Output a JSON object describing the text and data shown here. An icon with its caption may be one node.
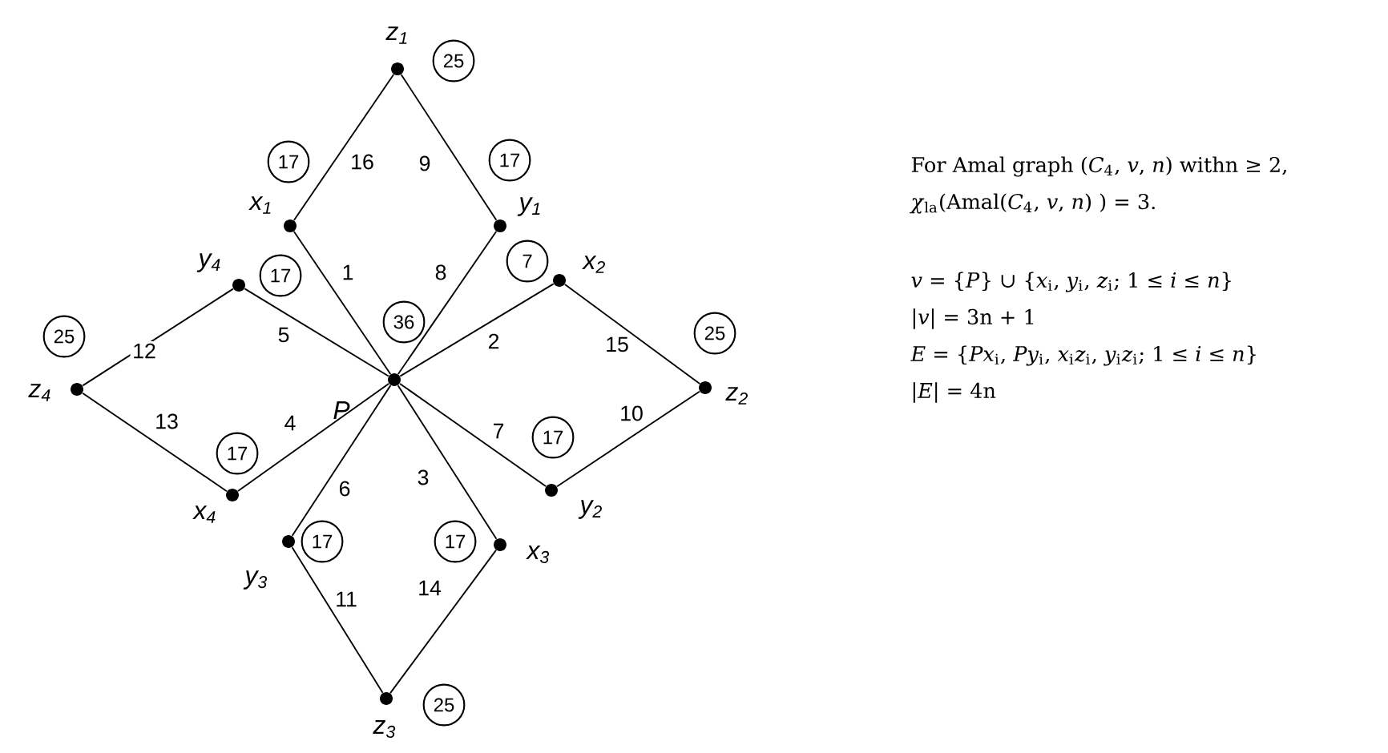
{
  "diagram": {
    "nodes": [
      {
        "text": [
          "z$_{1}$"
        ],
        "beside": [
          "25"
        ]
      },
      {
        "text": [
          "x$_{1}$"
        ],
        "beside": [
          "17"
        ]
      },
      {
        "text": [
          "y$_{1}$"
        ],
        "beside": [
          "17"
        ]
      },
      {
        "text": [
          "y$_{4}$"
        ],
        "beside": [
          "17"
        ]
      },
      {
        "text": [
          "x$_{2}$"
        ],
        "beside": [
          "7"
        ]
      },
      {
        "text": [
          "P"
        ],
        "beside": [
          "36"
        ]
      },
      {
        "text": [
          "z$_{4}$"
        ],
        "beside": [
          "25"
        ]
      },
      {
        "text": [
          "z$_{2}$"
        ],
        "beside": [
          "25"
        ]
      },
      {
        "text": [
          "x$_{4}$"
        ],
        "beside": [
          "17"
        ]
      },
      {
        "text": [
          "y$_{2}$"
        ],
        "beside": [
          "17"
        ]
      },
      {
        "text": [
          "y$_{3}$"
        ],
        "beside": [
          "17"
        ]
      },
      {
        "text": [
          "x$_{3}$"
        ],
        "beside": [
          "17"
        ]
      },
      {
        "text": [
          "z$_{3}$"
        ],
        "beside": [
          "25"
        ]
      }
    ],
    "edges": [
      {
        "from": 1,
        "to": 5,
        "arrow": "none",
        "label": "1"
      },
      {
        "from": 5,
        "to": 4,
        "arrow": "none",
        "label": "2"
      },
      {
        "from": 5,
        "to": 11,
        "arrow": "none",
        "label": "3"
      },
      {
        "from": 8,
        "to": 5,
        "arrow": "none",
        "label": "4"
      },
      {
        "from": 3,
        "to": 5,
        "arrow": "none",
        "label": "5"
      },
      {
        "from": 5,
        "to": 10,
        "arrow": "none",
        "label": "6"
      },
      {
        "from": 5,
        "to": 9,
        "arrow": "none",
        "label": "7"
      },
      {
        "from": 2,
        "to": 5,
        "arrow": "none",
        "label": "8"
      },
      {
        "from": 0,
        "to": 2,
        "arrow": "none",
        "label": "9"
      },
      {
        "from": 9,
        "to": 7,
        "arrow": "none",
        "label": "10"
      },
      {
        "from": 10,
        "to": 12,
        "arrow": "none",
        "label": "11"
      },
      {
        "from": 6,
        "to": 3,
        "arrow": "none",
        "label": "12"
      },
      {
        "from": 6,
        "to": 8,
        "arrow": "none",
        "label": "13"
      },
      {
        "from": 11,
        "to": 12,
        "arrow": "none",
        "label": "14"
      },
      {
        "from": 4,
        "to": 7,
        "arrow": "none",
        "label": "15"
      },
      {
        "from": 1,
        "to": 0,
        "arrow": "none",
        "label": "16"
      }
    ],
    "labels": [
      "For Amal graph (*C*$_{4}$, *v*, *n*) withn ≥ 2,",
      "*χ*$_{la}$(Amal(*C*$_{4}$, *v*, *n*) ) = 3.",
      "*v* = {*P*} ∪ {*x*$_{i}$, *y*$_{i}$, *z*$_{i}$; 1 ≤ *i* ≤ *n*}",
      "|*v*| = 3n + 1",
      "*E* = {*Px*$_{i}$, *Py*$_{i}$, *x*$_{i}$*z*$_{i}$, *y*$_{i}$*z*$_{i}$; 1 ≤ *i* ≤ *n*}",
      "|*E*| = 4n"
    ]
  }
}
